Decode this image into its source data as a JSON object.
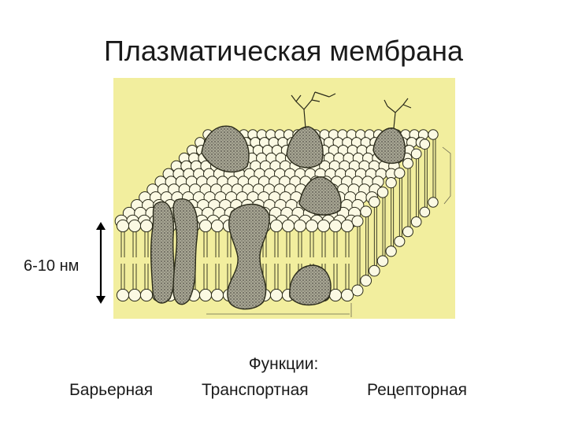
{
  "title": "Плазматическая мембрана",
  "scale_label": "6-10 нм",
  "functions": {
    "heading": "Функции:",
    "items": [
      "Барьерная",
      "Транспортная",
      "Рецепторная"
    ]
  },
  "colors": {
    "figure_background": "#f2ee9e",
    "lipid_head": "#fbf9e3",
    "outline": "#2a2a1a",
    "protein_fill": "#8a8878"
  }
}
